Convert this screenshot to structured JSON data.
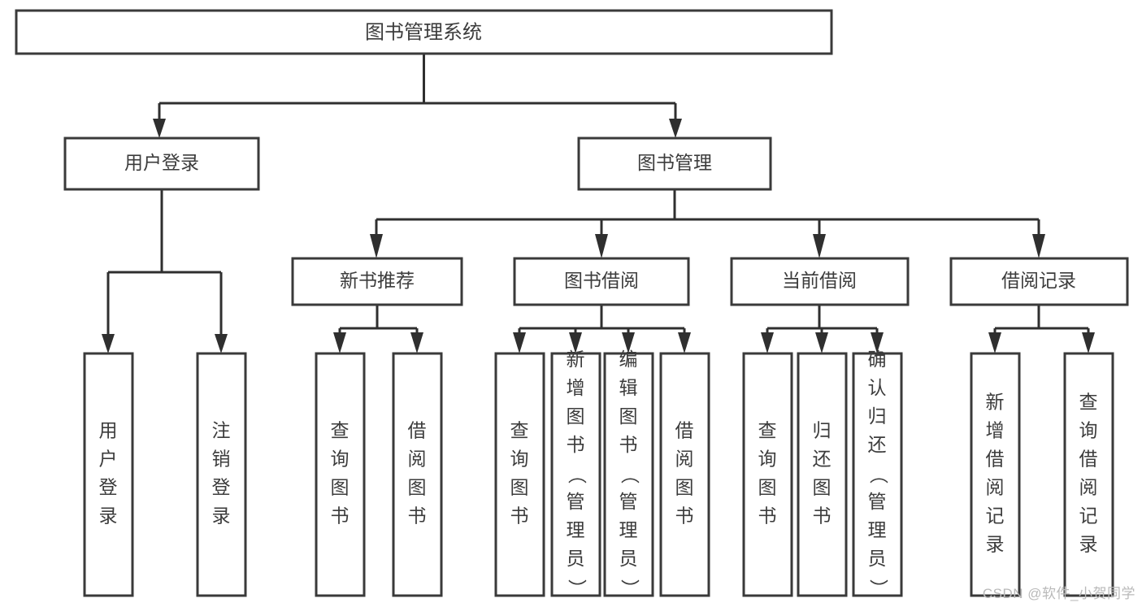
{
  "diagram": {
    "type": "tree",
    "title": "图书管理系统",
    "watermark": "CSDN @软件_小贺同学",
    "colors": {
      "box_stroke": "#3a3a3a",
      "box_fill": "#ffffff",
      "connector": "#2f2f2f",
      "text": "#3c3c3c",
      "background": "#ffffff",
      "watermark": "#b9b9b9"
    },
    "levels": {
      "root": {
        "label": "图书管理系统"
      },
      "level2": [
        {
          "label": "用户登录"
        },
        {
          "label": "图书管理"
        }
      ],
      "level3": [
        {
          "label": "新书推荐"
        },
        {
          "label": "图书借阅"
        },
        {
          "label": "当前借阅"
        },
        {
          "label": "借阅记录"
        }
      ]
    },
    "nodes": {
      "n_root": {
        "label": "图书管理系统",
        "orientation": "horizontal"
      },
      "n_user_login": {
        "label": "用户登录",
        "orientation": "horizontal"
      },
      "n_book_manage": {
        "label": "图书管理",
        "orientation": "horizontal"
      },
      "n_new_book_rec": {
        "label": "新书推荐",
        "orientation": "horizontal"
      },
      "n_book_borrow": {
        "label": "图书借阅",
        "orientation": "horizontal"
      },
      "n_current_borrow": {
        "label": "当前借阅",
        "orientation": "horizontal"
      },
      "n_borrow_record": {
        "label": "借阅记录",
        "orientation": "horizontal"
      },
      "l_user_login": {
        "label": "用户登录",
        "orientation": "vertical"
      },
      "l_logout": {
        "label": "注销登录",
        "orientation": "vertical"
      },
      "l_query_book_1": {
        "label": "查询图书",
        "orientation": "vertical"
      },
      "l_borrow_book_1": {
        "label": "借阅图书",
        "orientation": "vertical"
      },
      "l_query_book_2": {
        "label": "查询图书",
        "orientation": "vertical"
      },
      "l_add_book": {
        "label": "新增图书（管理员）",
        "orientation": "vertical"
      },
      "l_edit_book": {
        "label": "编辑图书（管理员）",
        "orientation": "vertical"
      },
      "l_borrow_book_2": {
        "label": "借阅图书",
        "orientation": "vertical"
      },
      "l_query_book_3": {
        "label": "查询图书",
        "orientation": "vertical"
      },
      "l_return_book": {
        "label": "归还图书",
        "orientation": "vertical"
      },
      "l_confirm_return": {
        "label": "确认归还（管理员）",
        "orientation": "vertical"
      },
      "l_add_record": {
        "label": "新增借阅记录",
        "orientation": "vertical"
      },
      "l_query_record": {
        "label": "查询借阅记录",
        "orientation": "vertical"
      }
    },
    "edges": [
      {
        "from": "图书管理系统",
        "to": "用户登录"
      },
      {
        "from": "图书管理系统",
        "to": "图书管理"
      },
      {
        "from": "用户登录",
        "to": "用户登录"
      },
      {
        "from": "用户登录",
        "to": "注销登录"
      },
      {
        "from": "图书管理",
        "to": "新书推荐"
      },
      {
        "from": "图书管理",
        "to": "图书借阅"
      },
      {
        "from": "图书管理",
        "to": "当前借阅"
      },
      {
        "from": "图书管理",
        "to": "借阅记录"
      },
      {
        "from": "新书推荐",
        "to": "查询图书"
      },
      {
        "from": "新书推荐",
        "to": "借阅图书"
      },
      {
        "from": "图书借阅",
        "to": "查询图书"
      },
      {
        "from": "图书借阅",
        "to": "新增图书（管理员）"
      },
      {
        "from": "图书借阅",
        "to": "编辑图书（管理员）"
      },
      {
        "from": "图书借阅",
        "to": "借阅图书"
      },
      {
        "from": "当前借阅",
        "to": "查询图书"
      },
      {
        "from": "当前借阅",
        "to": "归还图书"
      },
      {
        "from": "当前借阅",
        "to": "确认归还（管理员）"
      },
      {
        "from": "借阅记录",
        "to": "新增借阅记录"
      },
      {
        "from": "借阅记录",
        "to": "查询借阅记录"
      }
    ]
  }
}
